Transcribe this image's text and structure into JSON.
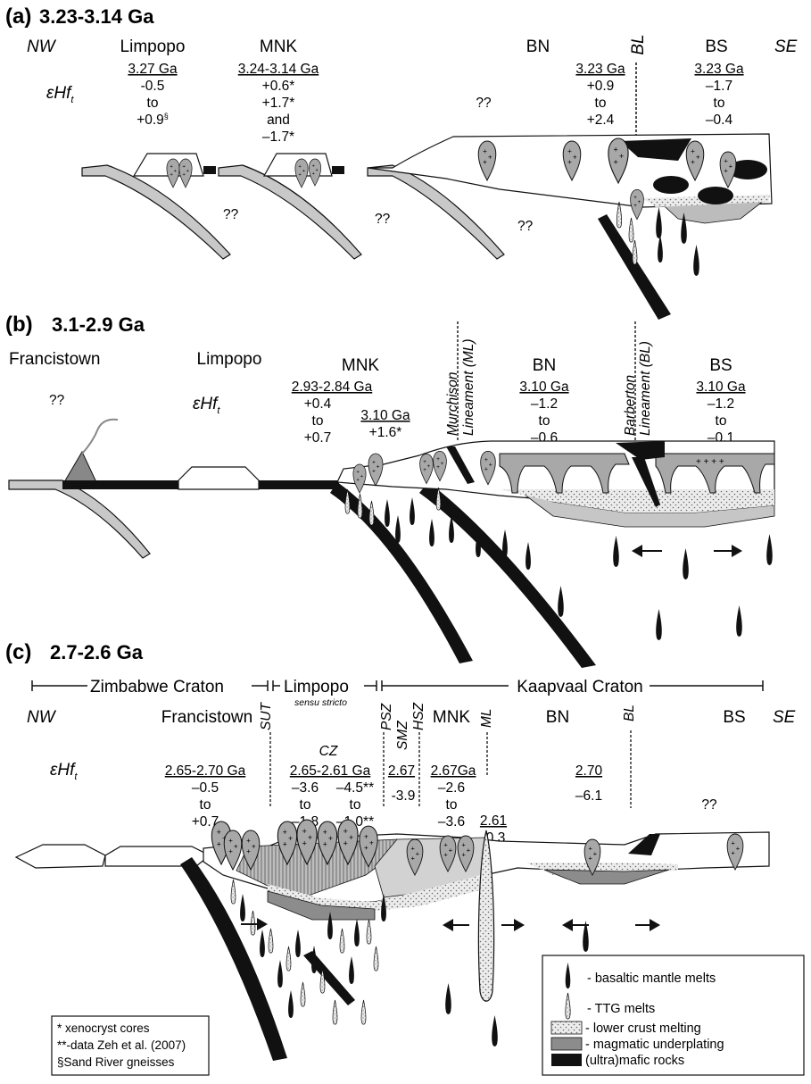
{
  "panels": {
    "a": {
      "letter": "(a)",
      "title": "3.23-3.14 Ga",
      "nw": "NW",
      "se": "SE",
      "regions": {
        "limpopo": "Limpopo",
        "mnk": "MNK",
        "bn": "BN",
        "bl": "BL",
        "bs": "BS"
      },
      "ehf": "εHf",
      "ehf_sub": "t",
      "limpopo_age": "3.27 Ga",
      "limpopo_vals": [
        "-0.5",
        "to",
        "+0.9"
      ],
      "limpopo_mark": "§",
      "mnk_age": "3.24-3.14 Ga",
      "mnk_vals": [
        "+0.6*",
        "+1.7*",
        "and",
        "–1.7*"
      ],
      "bn_q": "??",
      "bn_age": "3.23 Ga",
      "bn_vals": [
        "+0.9",
        "to",
        "+2.4"
      ],
      "bs_age": "3.23 Ga",
      "bs_vals": [
        "–1.7",
        "to",
        "–0.4"
      ],
      "q1": "??",
      "q2": "??",
      "q3": "??"
    },
    "b": {
      "letter": "(b)",
      "title": "3.1-2.9 Ga",
      "regions": {
        "francistown": "Francistown",
        "limpopo": "Limpopo",
        "mnk": "MNK",
        "bn": "BN",
        "bs": "BS"
      },
      "ml_line1": "Murchison",
      "ml_line2": "Lineament (ML)",
      "bl_line1": "Barberton",
      "bl_line2": "Lineament (BL)",
      "francistown_q": "??",
      "ehf": "εHf",
      "ehf_sub": "t",
      "mnk_age1": "2.93-2.84 Ga",
      "mnk_vals1": [
        "+0.4",
        "to",
        "+0.7"
      ],
      "mnk_age2": "3.10 Ga",
      "mnk_val2": "+1.6*",
      "bn_age": "3.10 Ga",
      "bn_vals": [
        "–1.2",
        "to",
        "–0.6"
      ],
      "bs_age": "3.10 Ga",
      "bs_vals": [
        "–1.2",
        "to",
        "–0.1"
      ]
    },
    "c": {
      "letter": "(c)",
      "title": "2.7-2.6 Ga",
      "zimbabwe": "Zimbabwe Craton",
      "limpopo": "Limpopo",
      "sensu": "sensu stricto",
      "kaapvaal": "Kaapvaal Craton",
      "nw": "NW",
      "se": "SE",
      "regions": {
        "francistown": "Francistown",
        "sut": "SUT",
        "cz": "CZ",
        "psz": "PSZ",
        "smz": "SMZ",
        "hsz": "HSZ",
        "mnk": "MNK",
        "ml": "ML",
        "bn": "BN",
        "bl": "BL",
        "bs": "BS"
      },
      "ehf": "εHf",
      "ehf_sub": "t",
      "ft_age": "2.65-2.70 Ga",
      "ft_vals": [
        "–0.5",
        "to",
        "+0.7"
      ],
      "cz_age": "2.65-2.61 Ga",
      "cz_vals1": [
        "–3.6",
        "to",
        "–1.8"
      ],
      "cz_vals2": [
        "–4.5**",
        "to",
        "–1.0**"
      ],
      "smz_age": "2.67",
      "smz_val": "-3.9",
      "mnk_age": "2.67Ga",
      "mnk_vals": [
        "–2.6",
        "to",
        "–3.6"
      ],
      "ml_age": "2.61",
      "ml_val": "-0.3",
      "bn_age": "2.70",
      "bn_val": "–6.1",
      "bs_q": "??"
    }
  },
  "legend": {
    "items": [
      {
        "label": "- basaltic mantle melts",
        "swatch": "basalt"
      },
      {
        "label": "- TTG melts",
        "swatch": "ttg"
      },
      {
        "label": "- lower crust melting",
        "swatch": "stipple"
      },
      {
        "label": "- magmatic underplating",
        "swatch": "gray"
      },
      {
        "label": "(ultra)mafic rocks",
        "swatch": "black"
      }
    ]
  },
  "footnotes": {
    "lines": [
      "* xenocryst cores",
      "**-data Zeh et al. (2007)",
      "§Sand River gneisses"
    ]
  },
  "colors": {
    "slab_gray": "#c8c8c8",
    "crust_gray": "#d2d2d2",
    "underplate": "#8c8c8c",
    "pluton": "#a8a8a8",
    "black": "#111111"
  }
}
